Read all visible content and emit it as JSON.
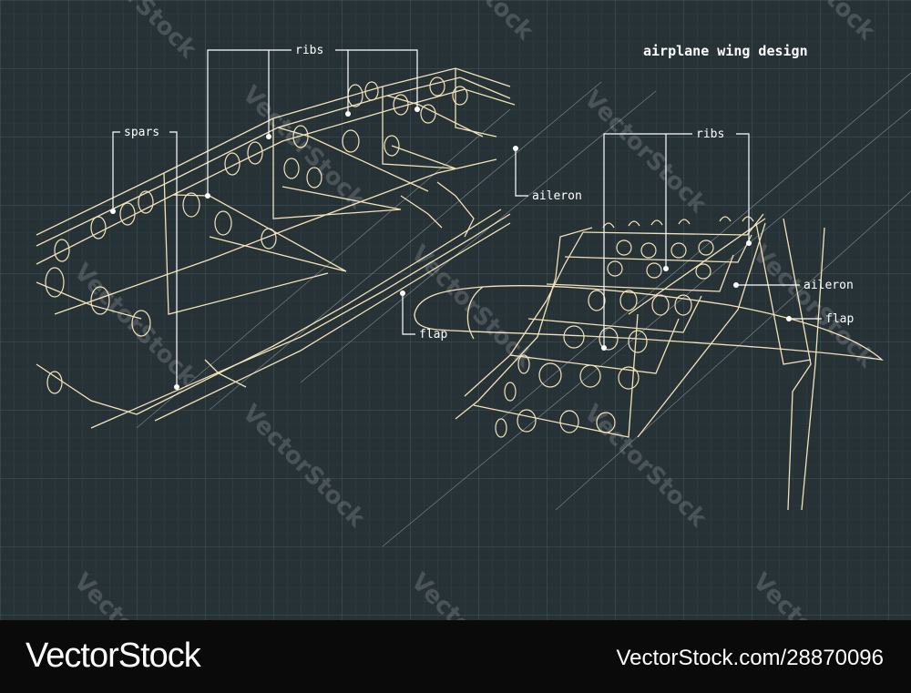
{
  "title": "airplane wing design",
  "labels": {
    "left_ribs": "ribs",
    "left_spars": "spars",
    "left_aileron": "aileron",
    "left_flap": "flap",
    "right_ribs": "ribs",
    "right_flap": "flap",
    "right_aileron": "aileron"
  },
  "watermark": "VectorStock",
  "footer": {
    "logo": "VectorStock",
    "url": "VectorStock.com/28870096"
  },
  "colors": {
    "background": "#273236",
    "grid": "#3a4a4f",
    "line": "#f2e2b8",
    "leader": "#ffffff",
    "footer": "#0a0a0a"
  }
}
